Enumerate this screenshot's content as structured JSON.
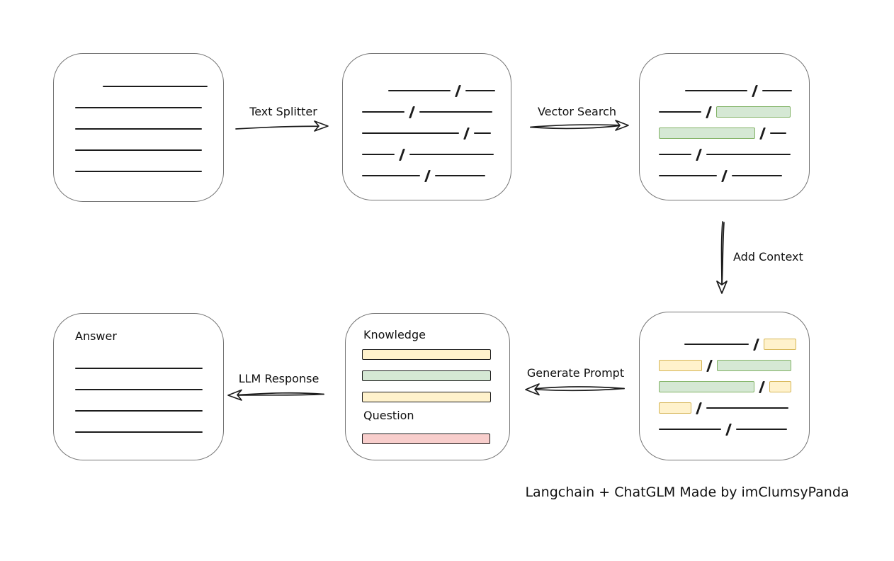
{
  "caption": "Langchain + ChatGLM Made by imClumsyPanda",
  "colors": {
    "line": "#1c1c1c",
    "box_border": "#757575",
    "green_fill": "#d5e8d4",
    "green_border": "#82b366",
    "yellow_fill": "#fff2cc",
    "yellow_border": "#d6b656",
    "red_fill": "#f8cecc",
    "red_border": "#b85450"
  },
  "arrows": {
    "text_splitter": {
      "label": "Text Splitter",
      "direction": "right"
    },
    "vector_search": {
      "label": "Vector Search",
      "direction": "right"
    },
    "add_context": {
      "label": "Add Context",
      "direction": "down"
    },
    "generate_prompt": {
      "label": "Generate Prompt",
      "direction": "left"
    },
    "llm_response": {
      "label": "LLM Response",
      "direction": "left"
    }
  },
  "nodes": {
    "document": {
      "rows": [
        [
          {
            "k": "gap",
            "w": 32
          },
          {
            "k": "line",
            "w": 148
          }
        ],
        [
          {
            "k": "line",
            "w": 179
          }
        ],
        [
          {
            "k": "line",
            "w": 179
          }
        ],
        [
          {
            "k": "line",
            "w": 179
          }
        ],
        [
          {
            "k": "line",
            "w": 179
          }
        ]
      ]
    },
    "split_text": {
      "rows": [
        [
          {
            "k": "gap",
            "w": 30
          },
          {
            "k": "line",
            "w": 88
          },
          {
            "k": "slash"
          },
          {
            "k": "line",
            "w": 42
          }
        ],
        [
          {
            "k": "line",
            "w": 60
          },
          {
            "k": "slash"
          },
          {
            "k": "line",
            "w": 103
          }
        ],
        [
          {
            "k": "line",
            "w": 137
          },
          {
            "k": "slash"
          },
          {
            "k": "line",
            "w": 24
          }
        ],
        [
          {
            "k": "line",
            "w": 46
          },
          {
            "k": "slash"
          },
          {
            "k": "line",
            "w": 119
          }
        ],
        [
          {
            "k": "line",
            "w": 82
          },
          {
            "k": "slash"
          },
          {
            "k": "line",
            "w": 71
          }
        ]
      ]
    },
    "vector_result": {
      "rows": [
        [
          {
            "k": "gap",
            "w": 30
          },
          {
            "k": "line",
            "w": 88
          },
          {
            "k": "slash"
          },
          {
            "k": "line",
            "w": 42
          }
        ],
        [
          {
            "k": "line",
            "w": 60
          },
          {
            "k": "slash"
          },
          {
            "k": "chip",
            "c": "green",
            "w": 105
          }
        ],
        [
          {
            "k": "chip",
            "c": "green",
            "w": 136
          },
          {
            "k": "slash"
          },
          {
            "k": "line",
            "w": 23
          }
        ],
        [
          {
            "k": "line",
            "w": 46
          },
          {
            "k": "slash"
          },
          {
            "k": "line",
            "w": 119
          }
        ],
        [
          {
            "k": "line",
            "w": 82
          },
          {
            "k": "slash"
          },
          {
            "k": "line",
            "w": 71
          }
        ]
      ]
    },
    "context_result": {
      "rows": [
        [
          {
            "k": "gap",
            "w": 29
          },
          {
            "k": "line",
            "w": 91
          },
          {
            "k": "slash"
          },
          {
            "k": "chip",
            "c": "yellow",
            "w": 46
          }
        ],
        [
          {
            "k": "chip",
            "c": "yellow",
            "w": 61
          },
          {
            "k": "slash"
          },
          {
            "k": "chip",
            "c": "green",
            "w": 105
          }
        ],
        [
          {
            "k": "chip",
            "c": "green",
            "w": 135
          },
          {
            "k": "slash"
          },
          {
            "k": "chip",
            "c": "yellow",
            "w": 31
          }
        ],
        [
          {
            "k": "chip",
            "c": "yellow",
            "w": 46
          },
          {
            "k": "slash"
          },
          {
            "k": "line",
            "w": 116
          }
        ],
        [
          {
            "k": "line",
            "w": 88
          },
          {
            "k": "slash"
          },
          {
            "k": "line",
            "w": 72
          }
        ]
      ]
    },
    "prompt": {
      "knowledge_label": "Knowledge",
      "question_label": "Question",
      "knowledge_bars": [
        {
          "c": "yellow",
          "w": 182
        },
        {
          "c": "green",
          "w": 182
        },
        {
          "c": "yellow",
          "w": 182
        }
      ],
      "question_bars": [
        {
          "c": "red",
          "w": 181
        }
      ]
    },
    "answer": {
      "label": "Answer",
      "rows": [
        [
          {
            "k": "line",
            "w": 180
          }
        ],
        [
          {
            "k": "line",
            "w": 180
          }
        ],
        [
          {
            "k": "line",
            "w": 180
          }
        ],
        [
          {
            "k": "line",
            "w": 180
          }
        ]
      ]
    }
  }
}
